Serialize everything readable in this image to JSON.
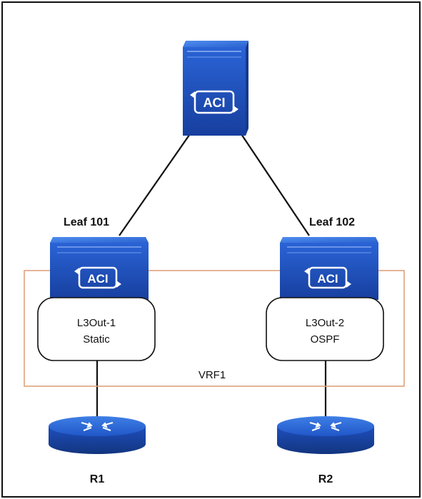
{
  "spine": {
    "logo_text": "ACI"
  },
  "leaf_101": {
    "label": "Leaf 101",
    "logo_text": "ACI"
  },
  "leaf_102": {
    "label": "Leaf 102",
    "logo_text": "ACI"
  },
  "l3out_1": {
    "line1": "L3Out-1",
    "line2": "Static"
  },
  "l3out_2": {
    "line1": "L3Out-2",
    "line2": "OSPF"
  },
  "vrf": {
    "label": "VRF1"
  },
  "router_1": {
    "label": "R1"
  },
  "router_2": {
    "label": "R2"
  },
  "colors": {
    "device_blue": "#1a4fc4",
    "device_top": "#3a78e8",
    "vrf_border": "#e0a27a",
    "link": "#111111"
  }
}
